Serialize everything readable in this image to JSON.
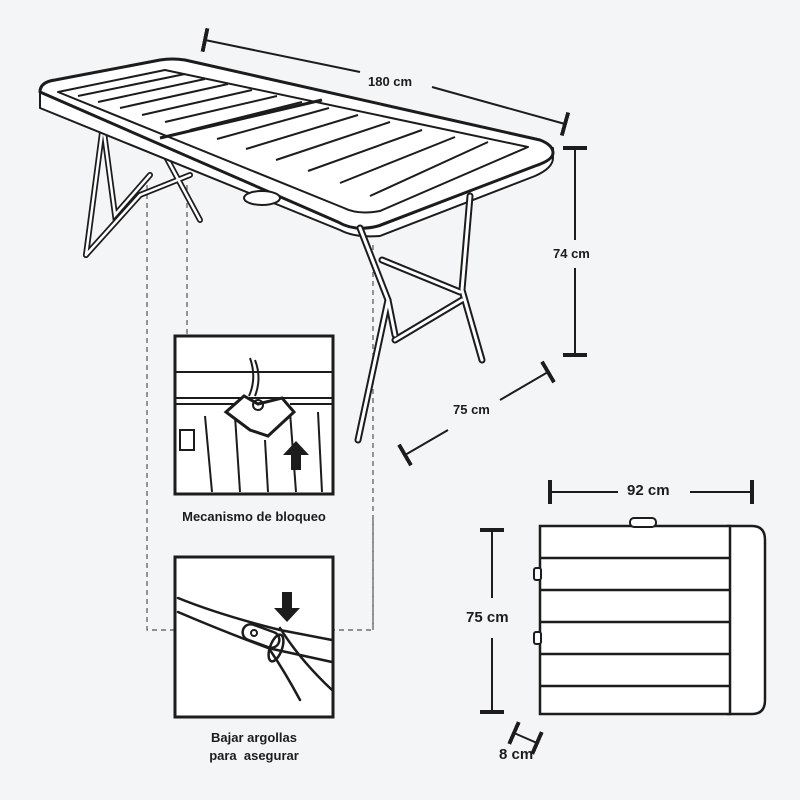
{
  "dimensions": {
    "length": "180 cm",
    "height": "74 cm",
    "depth": "75 cm",
    "folded_width": "92 cm",
    "folded_height": "75 cm",
    "folded_thickness": "8 cm"
  },
  "insets": [
    {
      "caption_lines": [
        "Mecanismo de bloqueo"
      ],
      "arrow_icon": "arrow-up-icon"
    },
    {
      "caption_lines": [
        "Bajar argollas",
        "para  asegurar"
      ],
      "arrow_icon": "arrow-down-icon"
    }
  ],
  "colors": {
    "background": "#f4f5f7",
    "line": "#1c1c1c",
    "fill": "#ffffff"
  }
}
